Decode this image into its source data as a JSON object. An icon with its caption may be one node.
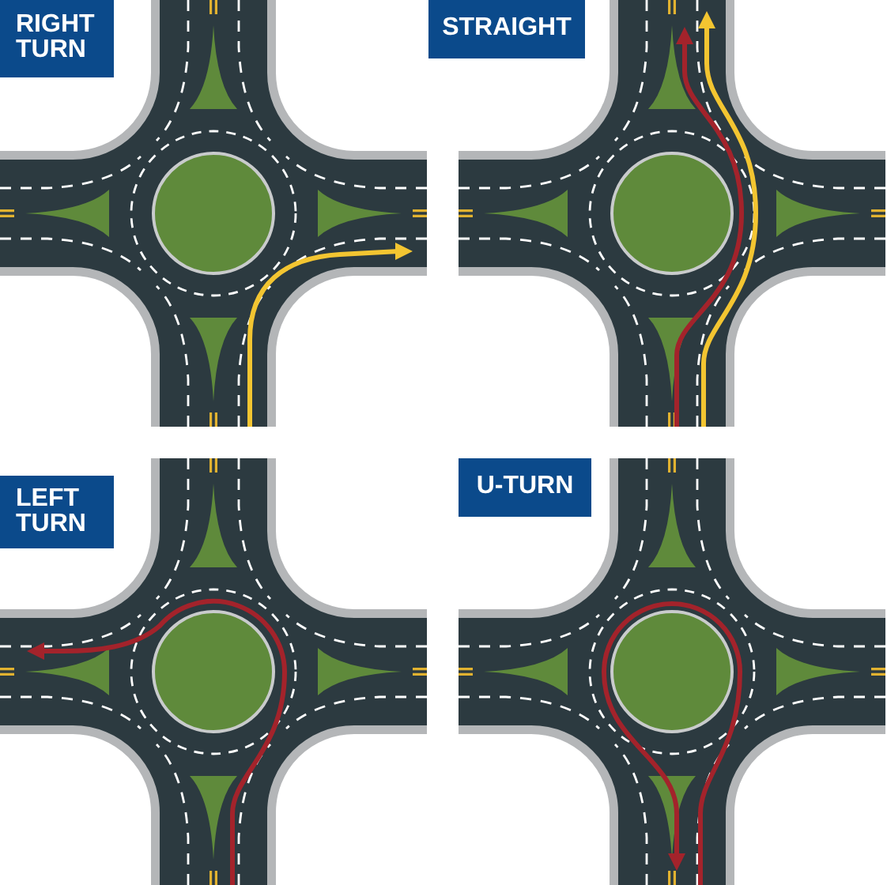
{
  "diagram": {
    "nodes": [
      {
        "text": [
          "RIGHT TURN"
        ]
      },
      {
        "text": [
          "STRAIGHT"
        ]
      },
      {
        "text": [
          "LEFT TURN"
        ]
      },
      {
        "text": [
          "U-TURN"
        ]
      }
    ]
  }
}
